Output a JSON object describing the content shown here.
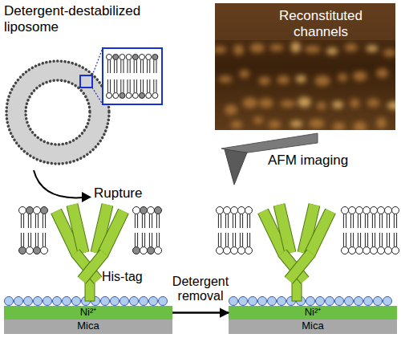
{
  "diagram": {
    "nodes": [
      {
        "text": [
          "Detergent-destabilized liposome"
        ]
      },
      {
        "text": [
          "Reconstituted channels"
        ]
      },
      {
        "text": [
          "Ni²⁺"
        ]
      },
      {
        "text": [
          "Mica"
        ]
      },
      {
        "text": [
          "Ni²⁺"
        ]
      },
      {
        "text": [
          "Mica"
        ]
      }
    ],
    "edges": [
      {
        "from": 2,
        "to": 4,
        "label": "Detergent removal",
        "arrow": "to"
      }
    ],
    "labels": [
      "Rupture",
      "AFM imaging",
      "His-tag"
    ]
  }
}
